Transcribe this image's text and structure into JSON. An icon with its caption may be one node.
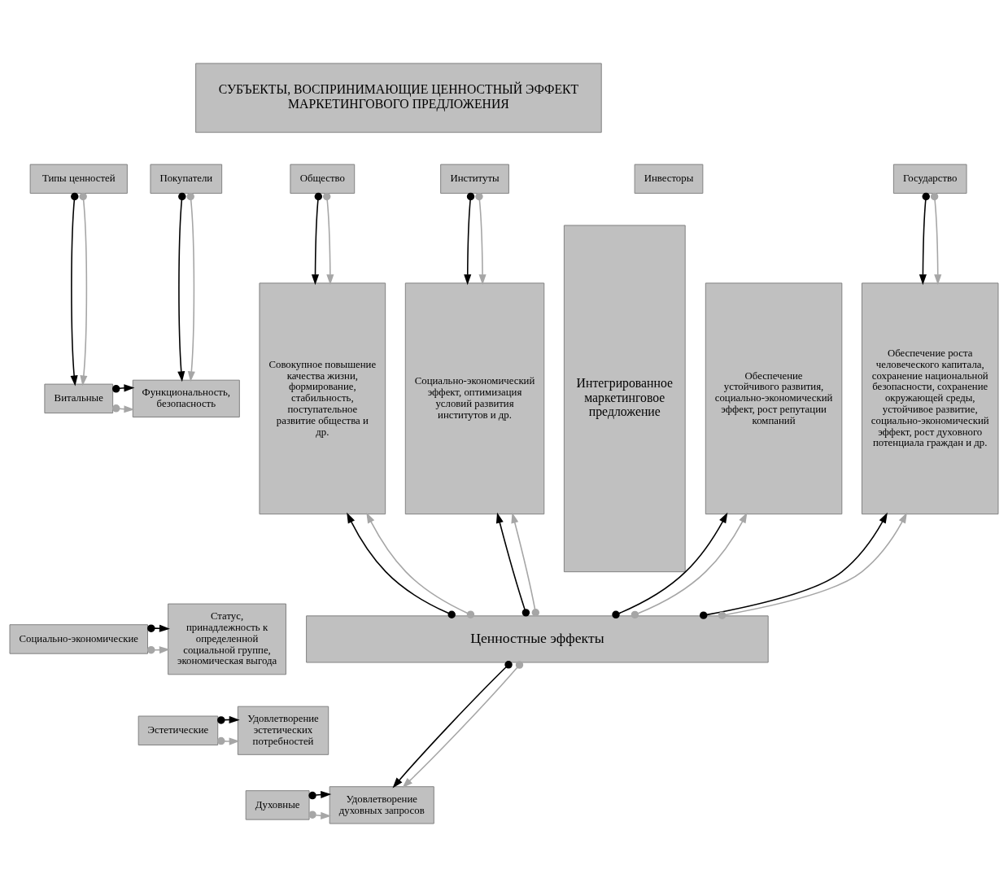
{
  "diagram": {
    "nodes": [
      {
        "text": [
          "СУБЪЕКТЫ, ВОСПРИНИМАЮЩИЕ ЦЕННОСТНЫЙ ЭФФЕКТ МАРКЕТИНГОВОГО ПРЕДЛОЖЕНИЯ"
        ]
      },
      {
        "text": [
          "Типы ценностей"
        ]
      },
      {
        "text": [
          "Покупатели"
        ]
      },
      {
        "text": [
          "Общество"
        ]
      },
      {
        "text": [
          "Институты"
        ]
      },
      {
        "text": [
          "Инвесторы"
        ]
      },
      {
        "text": [
          "Государство"
        ]
      },
      {
        "text": [
          "Интегрированное маркетинговое предложение"
        ]
      },
      {
        "text": [
          "Витальные"
        ]
      },
      {
        "text": [
          "Функциональность, безопасность"
        ]
      },
      {
        "text": [
          "Социально-экономические"
        ]
      },
      {
        "text": [
          "Статус, принадлежность к определенной социальной группе, экономическая выгода"
        ]
      },
      {
        "text": [
          "Эстетические"
        ]
      },
      {
        "text": [
          "Удовлетворение эстетических потребностей"
        ]
      },
      {
        "text": [
          "Духовные"
        ]
      },
      {
        "text": [
          "Удовлетворение духовных запросов"
        ]
      },
      {
        "text": [
          "Совокупное повышение качества жизни, формирование, стабильность, поступательное развитие общества и др."
        ]
      },
      {
        "text": [
          "Социально-экономический эффект, оптимизация условий развития институтов и др."
        ]
      },
      {
        "text": [
          "Обеспечение устойчивого развития, социально-экономический эффект, рост репутации компаний"
        ]
      },
      {
        "text": [
          "Обеспечение роста человеческого капитала, сохранение национальной безопасности, сохранение окружающей среды, устойчивое развитие, социально-экономический эффект, рост духовного потенциала граждан и др."
        ]
      },
      {
        "text": [
          "Ценностные эффекты"
        ]
      }
    ],
    "edges": [
      {
        "from": 1,
        "to": 8,
        "arrow": "to"
      },
      {
        "from": 1,
        "to": 8,
        "arrow": "to",
        "color": "#a6a6a6"
      },
      {
        "from": 2,
        "to": 9,
        "arrow": "to"
      },
      {
        "from": 2,
        "to": 9,
        "arrow": "to",
        "color": "#a6a6a6"
      },
      {
        "from": 3,
        "to": 16,
        "arrow": "to"
      },
      {
        "from": 3,
        "to": 16,
        "arrow": "to",
        "color": "#a6a6a6"
      },
      {
        "from": 4,
        "to": 17,
        "arrow": "to"
      },
      {
        "from": 4,
        "to": 17,
        "arrow": "to",
        "color": "#a6a6a6"
      },
      {
        "from": 6,
        "to": 19,
        "arrow": "to"
      },
      {
        "from": 6,
        "to": 19,
        "arrow": "to",
        "color": "#a6a6a6"
      },
      {
        "from": 8,
        "to": 9,
        "arrow": "to",
        "color": "#a6a6a6"
      },
      {
        "from": 8,
        "to": 9,
        "arrow": "to"
      },
      {
        "from": 10,
        "to": 11,
        "arrow": "to",
        "color": "#a6a6a6"
      },
      {
        "from": 10,
        "to": 11,
        "arrow": "to"
      },
      {
        "from": 12,
        "to": 13,
        "arrow": "to",
        "color": "#a6a6a6"
      },
      {
        "from": 12,
        "to": 13,
        "arrow": "to"
      },
      {
        "from": 14,
        "to": 15,
        "arrow": "to",
        "color": "#a6a6a6"
      },
      {
        "from": 14,
        "to": 15,
        "arrow": "to"
      },
      {
        "from": 20,
        "to": 15,
        "arrow": "to"
      },
      {
        "from": 20,
        "to": 15,
        "arrow": "to",
        "color": "#a6a6a6"
      },
      {
        "from": 20,
        "to": 16,
        "arrow": "to"
      },
      {
        "from": 20,
        "to": 16,
        "arrow": "to",
        "color": "#a6a6a6"
      },
      {
        "from": 20,
        "to": 17,
        "arrow": "to"
      },
      {
        "from": 20,
        "to": 17,
        "arrow": "to",
        "color": "#a6a6a6"
      },
      {
        "from": 20,
        "to": 18,
        "arrow": "to"
      },
      {
        "from": 20,
        "to": 18,
        "arrow": "to",
        "color": "#a6a6a6"
      },
      {
        "from": 20,
        "to": 19,
        "arrow": "to"
      },
      {
        "from": 20,
        "to": 19,
        "arrow": "to",
        "color": "#a6a6a6"
      }
    ]
  }
}
